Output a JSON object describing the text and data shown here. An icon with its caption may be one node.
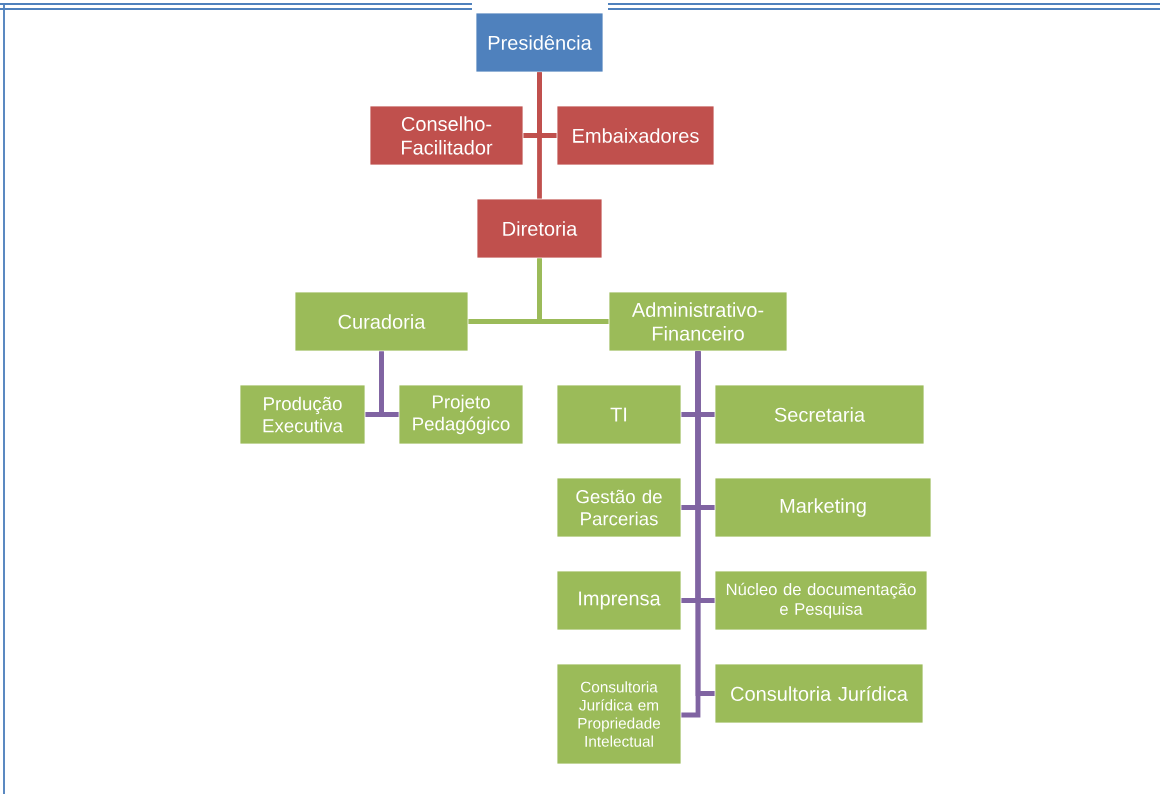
{
  "diagram": {
    "nodes": [
      {
        "text": [
          "Presidência"
        ]
      },
      {
        "text": [
          "Conselho-Facilitador"
        ]
      },
      {
        "text": [
          "Embaixadores"
        ]
      },
      {
        "text": [
          "Diretoria"
        ]
      },
      {
        "text": [
          "Curadoria"
        ]
      },
      {
        "text": [
          "Administrativo-Financeiro"
        ]
      },
      {
        "text": [
          "Produção Executiva"
        ]
      },
      {
        "text": [
          "Projeto Pedagógico"
        ]
      },
      {
        "text": [
          "TI"
        ]
      },
      {
        "text": [
          "Secretaria"
        ]
      },
      {
        "text": [
          "Gestão de Parcerias"
        ]
      },
      {
        "text": [
          "Marketing"
        ]
      },
      {
        "text": [
          "Imprensa"
        ]
      },
      {
        "text": [
          "Núcleo de documentação e Pesquisa"
        ]
      },
      {
        "text": [
          "Consultoria Jurídica em Propriedade Intelectual"
        ]
      },
      {
        "text": [
          "Consultoria Jurídica"
        ]
      }
    ],
    "edges": [
      {
        "from": 0,
        "to": 1,
        "arrow": "none",
        "color": "#c0504d"
      },
      {
        "from": 0,
        "to": 2,
        "arrow": "none",
        "color": "#c0504d"
      },
      {
        "from": 0,
        "to": 3,
        "arrow": "none",
        "color": "#c0504d"
      },
      {
        "from": 3,
        "to": 4,
        "arrow": "none"
      },
      {
        "from": 3,
        "to": 5,
        "arrow": "none"
      },
      {
        "from": 4,
        "to": 6,
        "arrow": "none",
        "color": "#8064a2"
      },
      {
        "from": 4,
        "to": 7,
        "arrow": "none",
        "color": "#8064a2"
      },
      {
        "from": 5,
        "to": 8,
        "arrow": "none",
        "color": "#8064a2"
      },
      {
        "from": 5,
        "to": 9,
        "arrow": "none",
        "color": "#8064a2"
      },
      {
        "from": 5,
        "to": 10,
        "arrow": "none",
        "color": "#8064a2"
      },
      {
        "from": 5,
        "to": 11,
        "arrow": "none",
        "color": "#8064a2"
      },
      {
        "from": 5,
        "to": 12,
        "arrow": "none",
        "color": "#8064a2"
      },
      {
        "from": 5,
        "to": 13,
        "arrow": "none",
        "color": "#8064a2"
      },
      {
        "from": 5,
        "to": 14,
        "arrow": "none",
        "color": "#8064a2"
      },
      {
        "from": 5,
        "to": 15,
        "arrow": "none",
        "color": "#8064a2"
      }
    ]
  }
}
